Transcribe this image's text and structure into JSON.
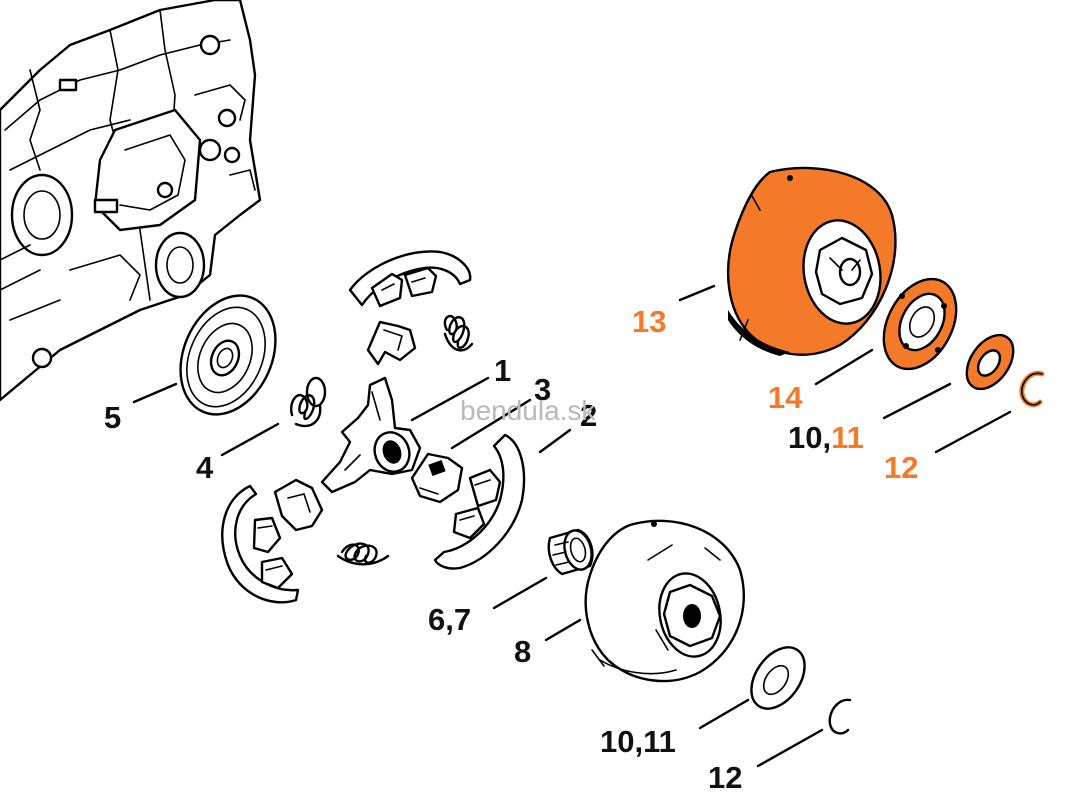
{
  "watermark": "bendula.sk",
  "colors": {
    "highlight": "#f47a2a",
    "line": "#000000",
    "background": "#ffffff"
  },
  "callouts": {
    "c1": "1",
    "c2": "2",
    "c3": "3",
    "c4": "4",
    "c5": "5",
    "c67": "6,7",
    "c8": "8",
    "c1011_lower": "10,11",
    "c12_lower": "12",
    "c13": "13",
    "c14": "14",
    "c1011_upper_prefix": "10,",
    "c1011_upper_suffix": "11",
    "c12_upper": "12"
  }
}
